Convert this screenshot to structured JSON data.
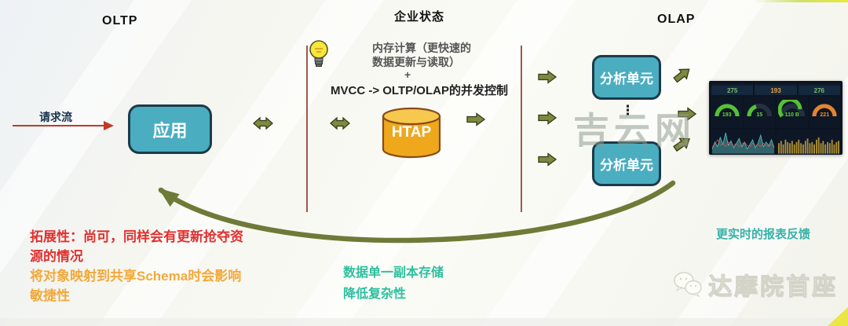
{
  "header": {
    "oltp": "OLTP",
    "center": "企业状态",
    "olap": "OLAP"
  },
  "flow": {
    "request_label": "请求流",
    "app_box": "应用",
    "htap_label": "HTAP",
    "unit_top": "分析单元",
    "unit_bottom": "分析单元",
    "dots": "⋮"
  },
  "center_note": {
    "line1": "内存计算（更快速的",
    "line2": "数据更新与读取）",
    "plus": "+",
    "mvcc": "MVCC ->  OLTP/OLAP的并发控制"
  },
  "notes": {
    "red_line1": "拓展性：尚可，同样会有更新抢夺资",
    "red_line2": "源的情况",
    "orange_line1": "将对象映射到共享Schema时会影响",
    "orange_line2": "敏捷性",
    "green_line1": "数据单一副本存储",
    "green_line2": "降低复杂性",
    "teal_right": "更实时的报表反馈"
  },
  "watermarks": {
    "center": "吉云网",
    "bottom_right": "达摩院首座"
  },
  "dashboard": {
    "stats": [
      {
        "value": "275",
        "color": "#73bf69"
      },
      {
        "value": "193",
        "color": "#e8a33d"
      },
      {
        "value": "276",
        "color": "#73bf69"
      }
    ],
    "gauges": [
      {
        "value": "193",
        "color": "#56c234"
      },
      {
        "value": "15",
        "color": "#56c234"
      },
      {
        "value": "110 B",
        "color": "#56c234"
      },
      {
        "value": "221",
        "color": "#e8842e"
      }
    ],
    "chart1": {
      "type": "area",
      "color": "#5bc0be",
      "values": [
        4,
        10,
        6,
        14,
        8,
        18,
        7,
        11,
        5,
        9,
        13,
        6,
        10,
        4,
        8,
        12,
        5,
        9,
        16,
        6,
        10,
        7,
        12,
        5
      ],
      "overlay_color": "#d9534f",
      "overlay": [
        6,
        8,
        12,
        7,
        9,
        6,
        10,
        8,
        7,
        9,
        6,
        8,
        10,
        7,
        6,
        9,
        7,
        8,
        6,
        9,
        7,
        6,
        8,
        7
      ]
    },
    "chart2": {
      "type": "bars",
      "color": "#c8a33a",
      "values": [
        9,
        11,
        8,
        12,
        10,
        9,
        11,
        8,
        10,
        12,
        9,
        8,
        11,
        13,
        9,
        10,
        8,
        12,
        14,
        9,
        11,
        8,
        10,
        9,
        12,
        8,
        10,
        11
      ]
    }
  },
  "colors": {
    "arrow_olive": "#7e8840",
    "divider": "#8e3b2f",
    "app_box": "#4badc0",
    "htap_orange": "#efa81c",
    "red_note": "#e03030",
    "orange_note": "#f2a93b",
    "green_note": "#2dbf9e"
  }
}
